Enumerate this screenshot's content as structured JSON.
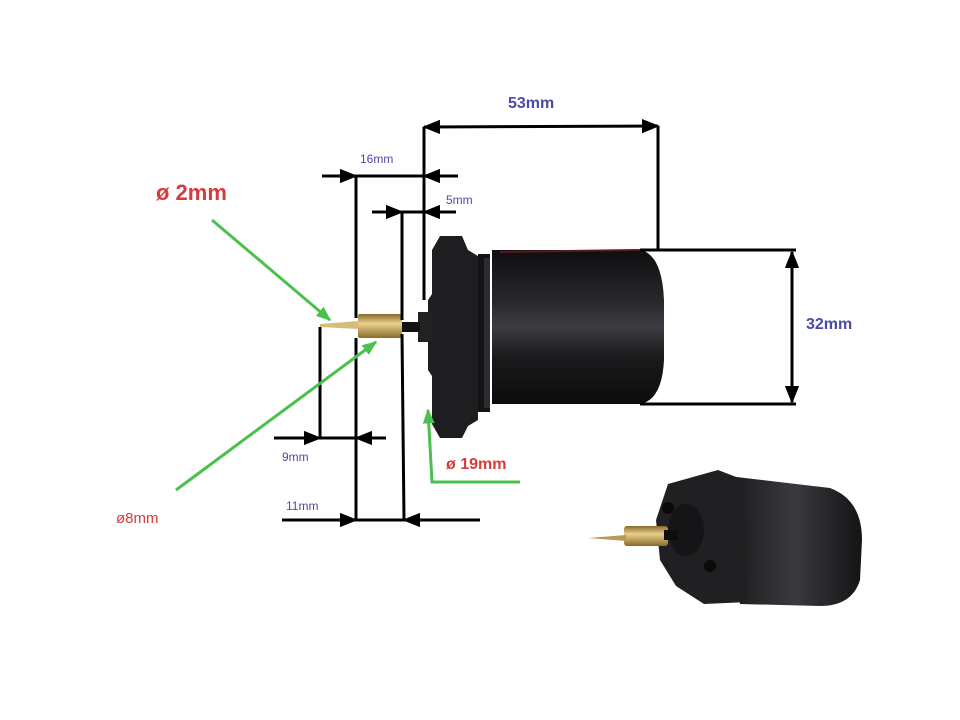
{
  "diagram": {
    "type": "product-dimension-drawing",
    "subject": "carburetor starter solenoid / choke plunger",
    "colors": {
      "dimension_text": "#4a4aa8",
      "diameter_text": "#d93a3a",
      "leader_line": "#4cc04c",
      "dimension_line": "#000000",
      "body": "#1c1c1e",
      "brass": "#c8a85c"
    },
    "dimensions": {
      "overall_length": "53mm",
      "body_diameter": "32mm",
      "plunger_extension": "16mm",
      "flange_offset": "5mm",
      "needle_length": "9mm",
      "nozzle_length": "11mm"
    },
    "diameters": {
      "needle_tip": "ø 2mm",
      "brass_sleeve": "ø8mm",
      "flange_hub": "ø 19mm"
    },
    "views": [
      "side-view-with-dimensions",
      "perspective-photo"
    ]
  }
}
